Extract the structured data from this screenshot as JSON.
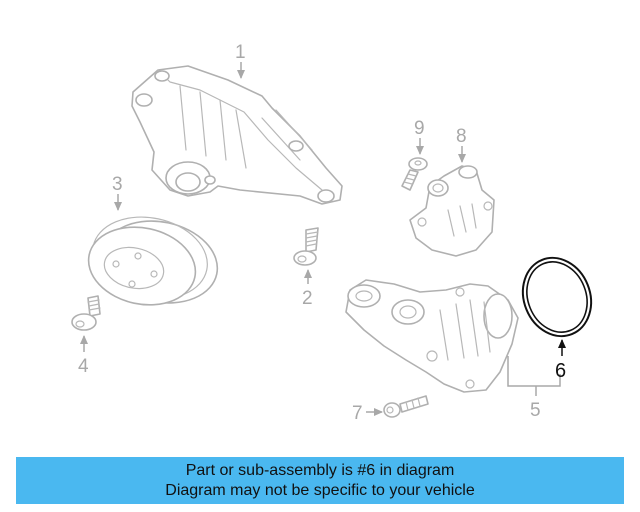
{
  "callouts": {
    "c1": "1",
    "c2": "2",
    "c3": "3",
    "c4": "4",
    "c5": "5",
    "c6": "6",
    "c7": "7",
    "c8": "8",
    "c9": "9"
  },
  "banner": {
    "line1": "Part or sub-assembly is #6 in diagram",
    "line2": "Diagram may not be specific to your vehicle",
    "color": "#4ab8f0"
  },
  "colors": {
    "part_line": "#b0b0b0",
    "highlight": "#111111"
  }
}
